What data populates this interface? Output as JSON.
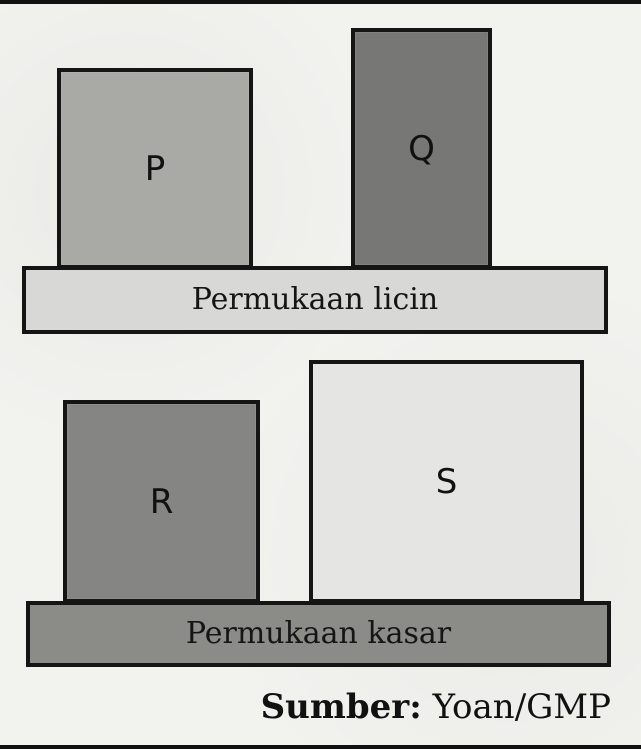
{
  "diagram": {
    "objects": [
      {
        "label": "P"
      },
      {
        "label": "Q"
      },
      {
        "label": "R"
      },
      {
        "label": "S"
      }
    ],
    "surfaces": [
      {
        "label": "Permukaan licin"
      },
      {
        "label": "Permukaan kasar"
      }
    ],
    "source": {
      "label": "Sumber:",
      "value": "Yoan/GMP"
    }
  }
}
